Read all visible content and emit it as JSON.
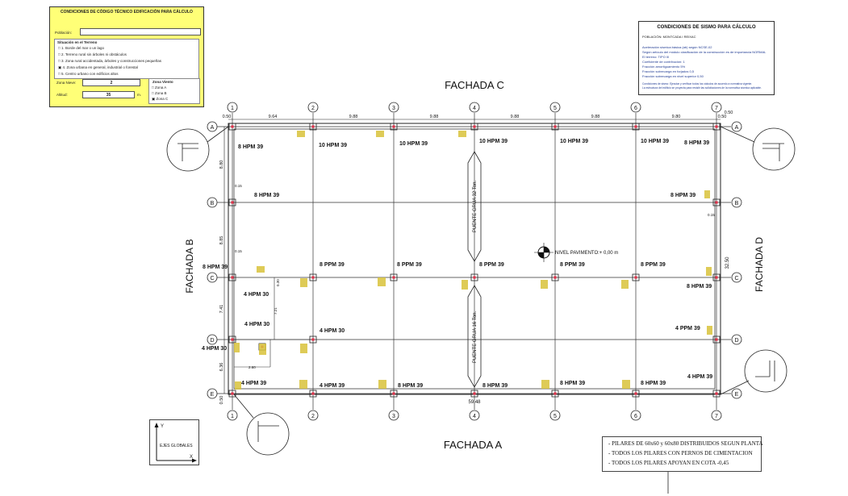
{
  "wind_conditions": {
    "title": "CONDICIONES DE CÓDIGO TÉCNICO EDIFICACIÓN PARA CÁLCULO",
    "poblacion_label": "Población:",
    "situacion_title": "Situación en el Terreno",
    "situacion_items": [
      "1. Borde del mar o un lago",
      "2. Terreno rural sin árboles ni obstáculos",
      "3. Zona rural accidentada, árboles y construcciones pequeñas",
      "4. Zona urbana en general, industrial o forestal",
      "5. Centro urbano con edificios altos"
    ],
    "zona_nieve_label": "Zona Nieve:",
    "zona_nieve_value": "2",
    "altitud_label": "Altitud:",
    "altitud_value": "35",
    "altitud_unit": "m.",
    "zona_viento_label": "Zona Viento",
    "zona_viento_options": [
      "Zona A",
      "Zona B",
      "Zona C"
    ]
  },
  "seismic_conditions": {
    "title": "CONDICIONES DE SISMO PARA CÁLCULO",
    "subtitle": "POBLACIÓN: MONTCADA I REIXAC",
    "lines": [
      "Aceleración sísmica básica (ab)   según NCSE-02",
      "Según artículo del módulo clasificación de la construcción es de importancia NORMAL",
      "El terreno: TIPO III",
      "Coeficiente de contribución: 1",
      "Fracción amortiguamiento 5%",
      "Fracción sobrecarga en forjados 0,5",
      "Fracción sobrecarga en nivel superior 0,50",
      "Condiciones de sismo: Ejecutar y verificar todos los cálculos de acuerdo a normativa vigente.",
      "La estructura del edificio se proyecta para resistir las solicitaciones de la normativa sísmica aplicable."
    ]
  },
  "plan": {
    "fachada_top": "FACHADA C",
    "fachada_bottom": "FACHADA A",
    "fachada_left": "FACHADA B",
    "fachada_right": "FACHADA D",
    "col_labels": [
      "1",
      "2",
      "3",
      "4",
      "5",
      "6",
      "7"
    ],
    "row_labels": [
      "A",
      "B",
      "C",
      "D",
      "E"
    ],
    "top_dims": [
      "9.64",
      "9.88",
      "9.88",
      "9.88",
      "9.88",
      "9.80"
    ],
    "corner_dims": [
      "0.50",
      "0.50",
      "0.50",
      "0.50"
    ],
    "left_dims": [
      "8.80",
      "8.85",
      "7.41",
      "6.36"
    ],
    "total_length": "59.48",
    "total_width": "32.50",
    "minor_dims": [
      "0.15",
      "0.15",
      "0.15",
      "0.30",
      "7.21",
      "2.60"
    ],
    "nivel": "NIVEL PAVIMENTO:+ 0,00 m",
    "crane_top": "PUENTE  GRUA  32  Ton.",
    "crane_bottom": "PUENTE  GRUA  16  Ton.",
    "beam_labels": [
      "8 HPM 39",
      "10 HPM 39",
      "10 HPM 39",
      "10 HPM 39",
      "10 HPM 39",
      "10 HPM 39",
      "8 HPM 39",
      "8 HPM 39",
      "8 HPM 39",
      "8 HPM 39",
      "8 PPM 39",
      "8 PPM 39",
      "8 PPM 39",
      "8 PPM 39",
      "8 PPM 39",
      "8 HPM 39",
      "4 HPM 30",
      "4 HPM 30",
      "4 HPM 30",
      "4 HPM 30",
      "4 PPM 39",
      "4 HPM 39",
      "4 HPM 39",
      "8 HPM 39",
      "8 HPM 39",
      "8 HPM 39",
      "8 HPM 39",
      "4 HPM 39"
    ]
  },
  "axes_legend": {
    "label": "EJES GLOBALES",
    "y": "Y",
    "x": "X"
  },
  "notes": [
    "- PILARES DE 60x60 y 60x80 DISTRIBUIDOS SEGUN PLANTA",
    "- TODOS LOS PILARES CON PERNOS DE CIMENTACION",
    "- TODOS LOS PILARES APOYAN EN COTA -0,45"
  ],
  "colors": {
    "wind_box": "#ffff77",
    "annotation_yellow": "#d8c23a",
    "column_red": "#e0324a",
    "seismic_text": "#1f3a93",
    "lines": "#222222"
  }
}
